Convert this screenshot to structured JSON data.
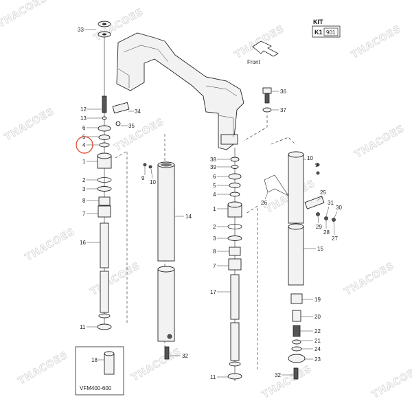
{
  "kit": {
    "title": "KIT",
    "code": "K1",
    "number": "901"
  },
  "front_label": "Front",
  "inset_label": "VFM400-600",
  "watermark": "THACOES",
  "highlight_color": "#e8553a",
  "callouts_left": [
    "33",
    "12",
    "13",
    "6",
    "5",
    "4",
    "1",
    "2",
    "3",
    "8",
    "7",
    "16",
    "11",
    "18"
  ],
  "callouts_mid": [
    "34",
    "35",
    "9",
    "10",
    "14",
    "32"
  ],
  "callouts_right_col": [
    "36",
    "37",
    "38",
    "39",
    "6",
    "5",
    "4",
    "1",
    "2",
    "3",
    "8",
    "7",
    "17",
    "11"
  ],
  "callouts_far_right": [
    "10",
    "9",
    "25",
    "31",
    "30",
    "29",
    "28",
    "27",
    "26",
    "15",
    "19",
    "20",
    "22",
    "21",
    "24",
    "23",
    "32"
  ],
  "highlighted_callout": "4"
}
